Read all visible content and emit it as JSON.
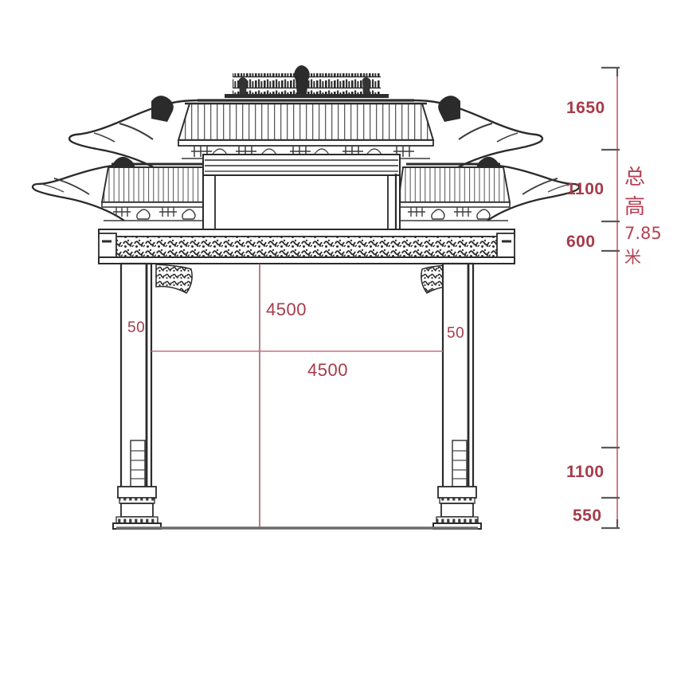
{
  "drawing": {
    "subject": "chinese-paifang-archway-elevation",
    "background_color": "#ffffff",
    "line_color": "#3a3a3a",
    "dimension_color": "#a63b4a",
    "dimension_line_color": "#c8707e"
  },
  "vertical_dimensions": {
    "label_1650": "1650",
    "label_1100_top": "1100",
    "label_600": "600",
    "label_1100_bottom": "1100",
    "label_550": "550"
  },
  "horizontal_dimensions": {
    "label_4500_upper": "4500",
    "label_4500_lower": "4500",
    "label_50_left": "50",
    "label_50_right": "50"
  },
  "total_height_note": {
    "line1": "总",
    "line2": "高",
    "line3": "7.85米",
    "line3_value": "7.85",
    "line3_unit": "米",
    "full_text": "总高 7.85米"
  },
  "structure": {
    "top_roof": "upper-tiled-roof-with-ridge-ornaments",
    "side_roofs": "paired-lower-tiled-roofs-with-upturned-eaves",
    "plaque": "central-blank-name-plaque",
    "lintel": "carved-ornamental-lintel-beam",
    "columns": "two-vertical-posts",
    "bases": "stepped-stone-plinths",
    "ground": "ground-line"
  }
}
